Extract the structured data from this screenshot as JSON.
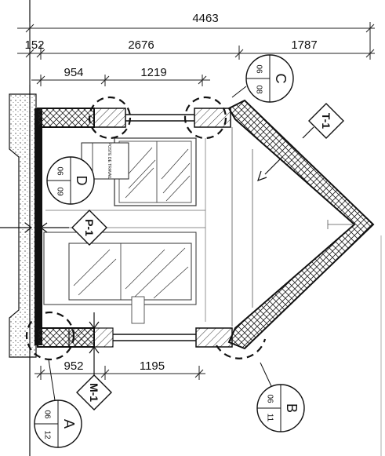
{
  "dimensions": {
    "overall": "4463",
    "left_small": "152",
    "middle": "2676",
    "right": "1787",
    "top_sub_1": "954",
    "top_sub_2": "1219",
    "bottom_sub_1": "952",
    "bottom_sub_2": "1195"
  },
  "tags": {
    "p1": "P-1",
    "t1": "T-1",
    "m1": "M-1"
  },
  "callouts": {
    "a": {
      "letter": "A",
      "n1": "06",
      "n2": "12"
    },
    "b": {
      "letter": "B",
      "n1": "06",
      "n2": "11"
    },
    "c": {
      "letter": "C",
      "n1": "06",
      "n2": "08"
    },
    "d": {
      "letter": "D",
      "n1": "06",
      "n2": "09"
    }
  },
  "notes": {
    "note_1": "POSTE DE TRAVAIL"
  }
}
